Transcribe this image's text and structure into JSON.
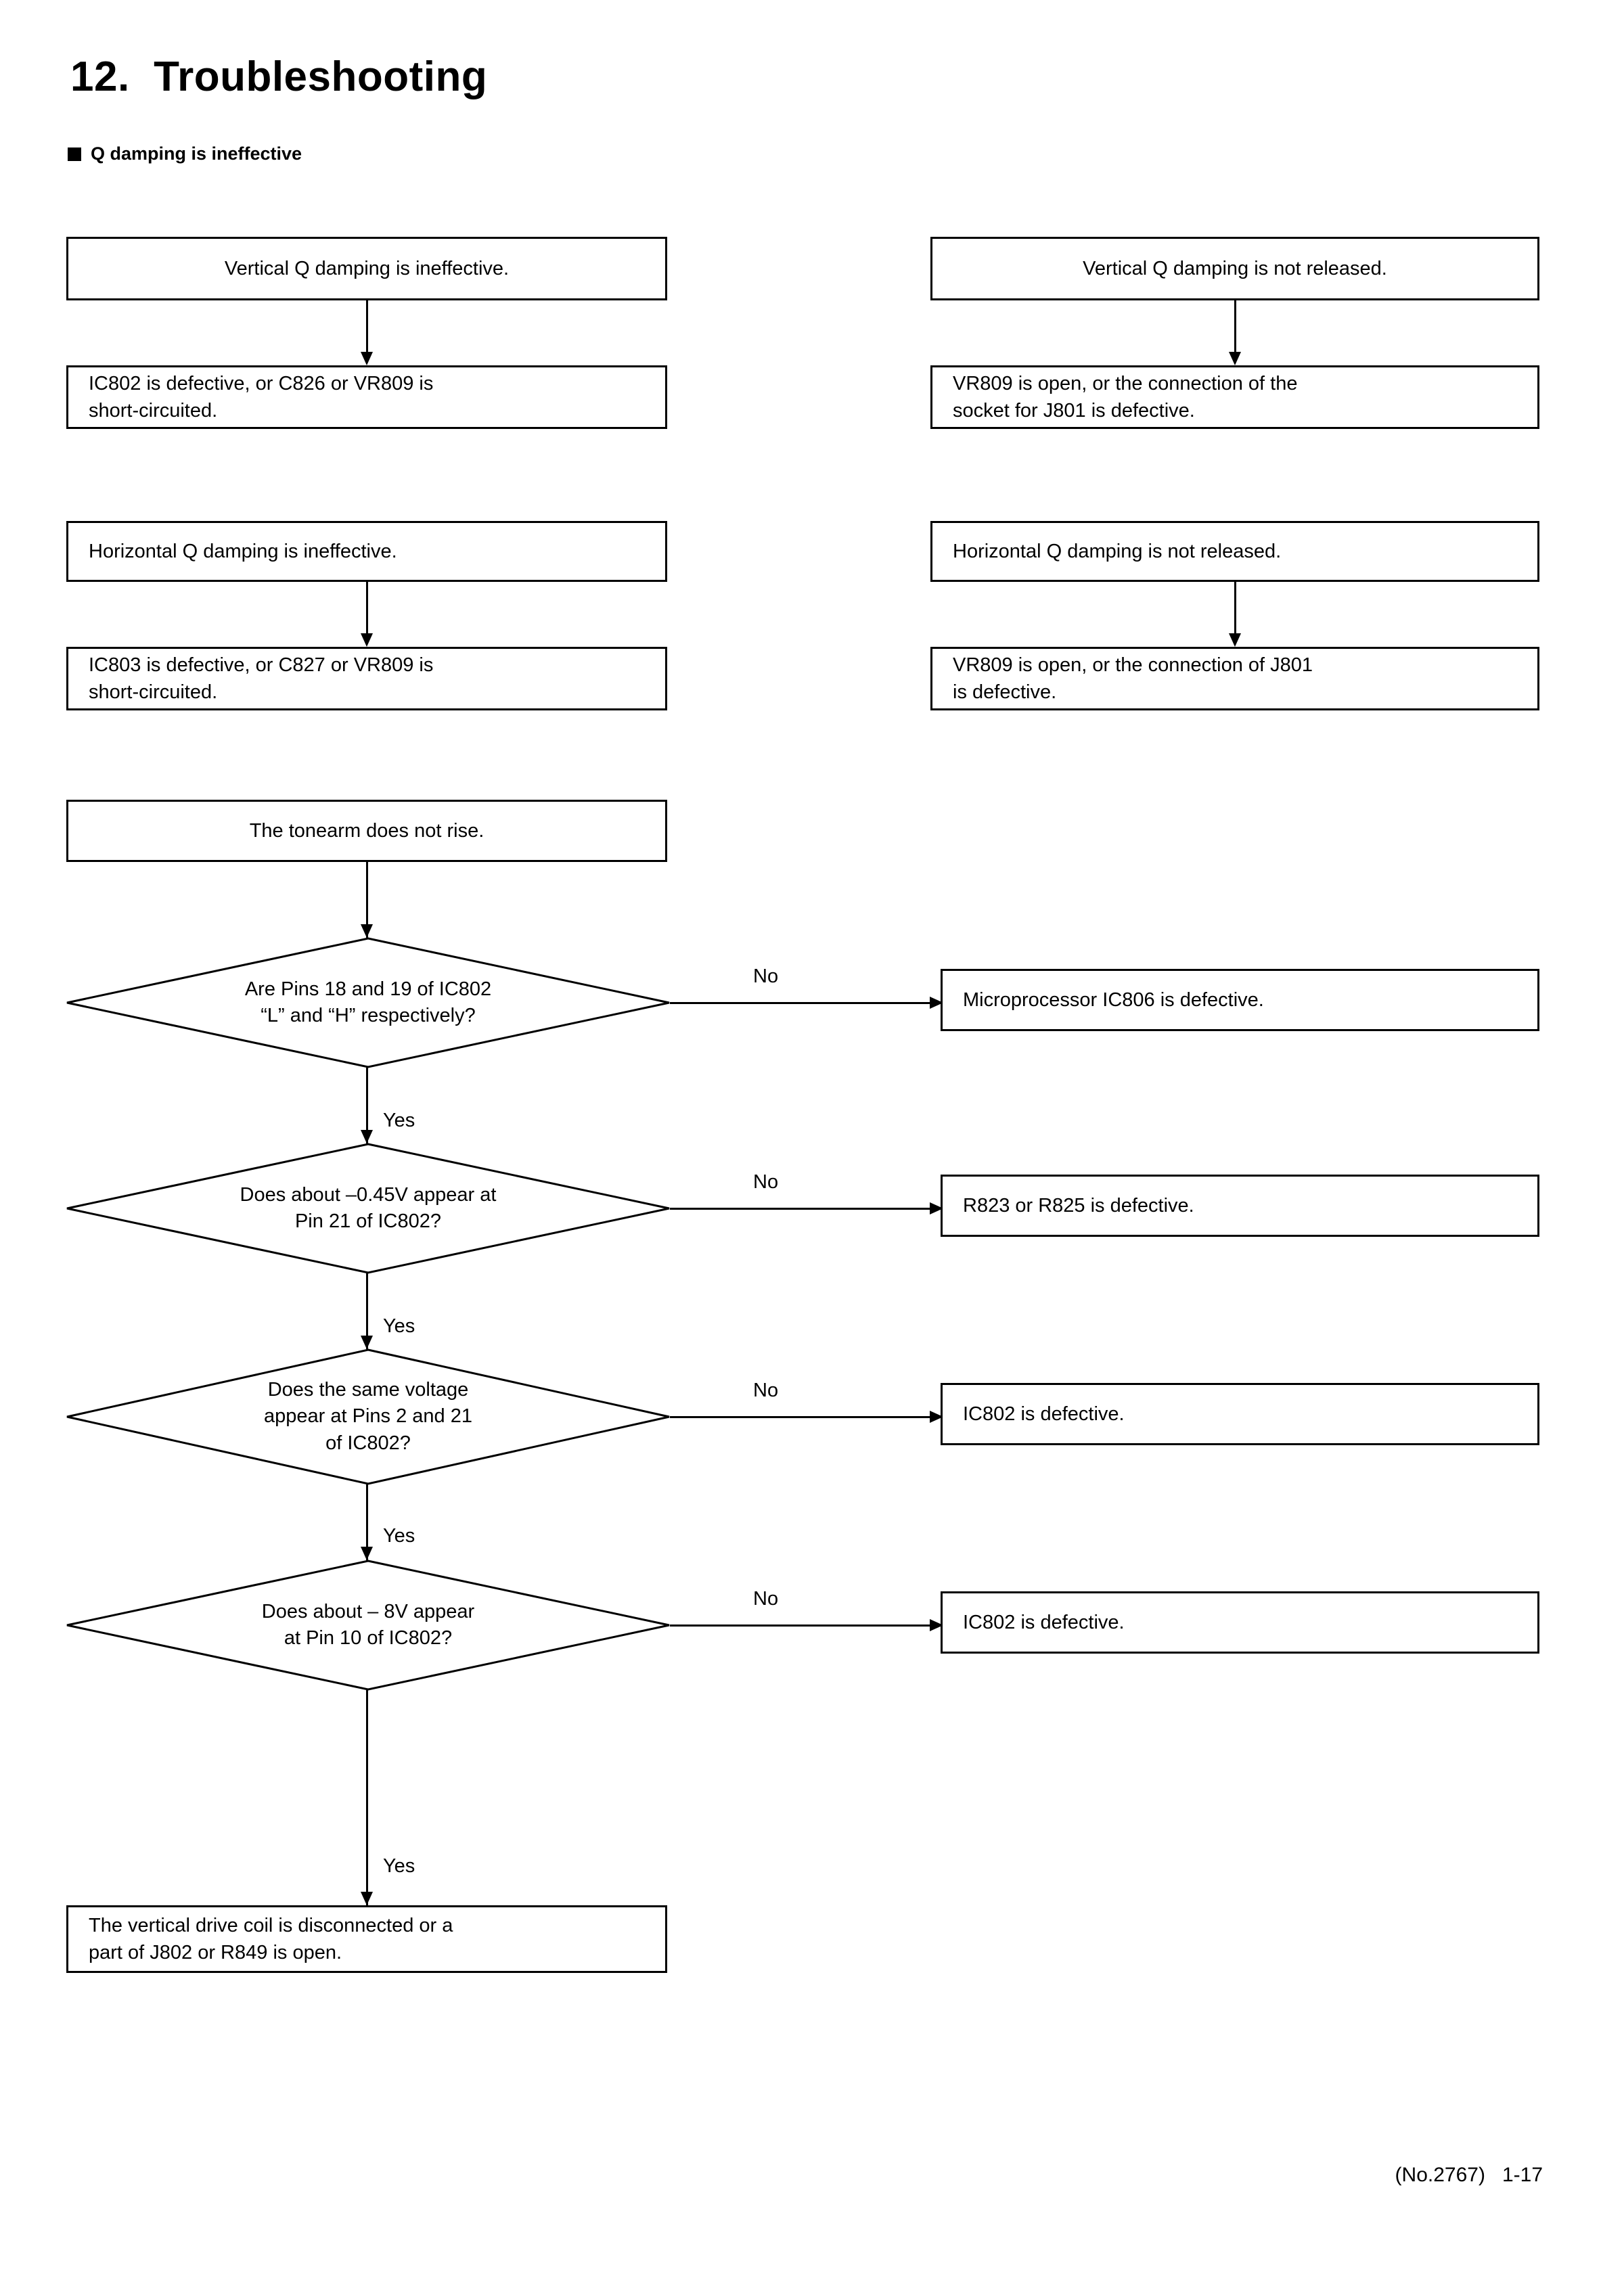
{
  "page": {
    "title": "12.  Troubleshooting",
    "subtitle": "Q damping is ineffective",
    "footer": "(No.2767)   1-17"
  },
  "flow": {
    "edge_labels": {
      "yes": "Yes",
      "no": "No"
    },
    "top_groups": [
      {
        "symptom": "Vertical Q damping is ineffective.",
        "cause": "IC802 is defective, or C826 or VR809 is\nshort-circuited."
      },
      {
        "symptom": "Vertical Q damping is not released.",
        "cause": "VR809 is open, or the connection of the\nsocket for J801 is defective."
      },
      {
        "symptom": "Horizontal Q damping is ineffective.",
        "cause": "IC803 is defective, or C827 or VR809 is\nshort-circuited."
      },
      {
        "symptom": "Horizontal Q damping is not released.",
        "cause": "VR809 is open, or the connection of J801\nis defective."
      }
    ],
    "tonearm": {
      "start": "The tonearm does not rise.",
      "steps": [
        {
          "question": "Are Pins 18 and 19 of IC802\n“L” and “H” respectively?",
          "no_result": "Microprocessor IC806 is defective."
        },
        {
          "question": "Does about –0.45V appear at\nPin 21 of IC802?",
          "no_result": "R823 or R825 is defective."
        },
        {
          "question": "Does the same voltage\nappear at Pins 2 and 21\nof IC802?",
          "no_result": "IC802 is defective."
        },
        {
          "question": "Does about – 8V appear\nat Pin 10 of IC802?",
          "no_result": "IC802 is defective."
        }
      ],
      "final": "The vertical drive coil is disconnected or a\npart of J802 or R849 is open."
    }
  }
}
